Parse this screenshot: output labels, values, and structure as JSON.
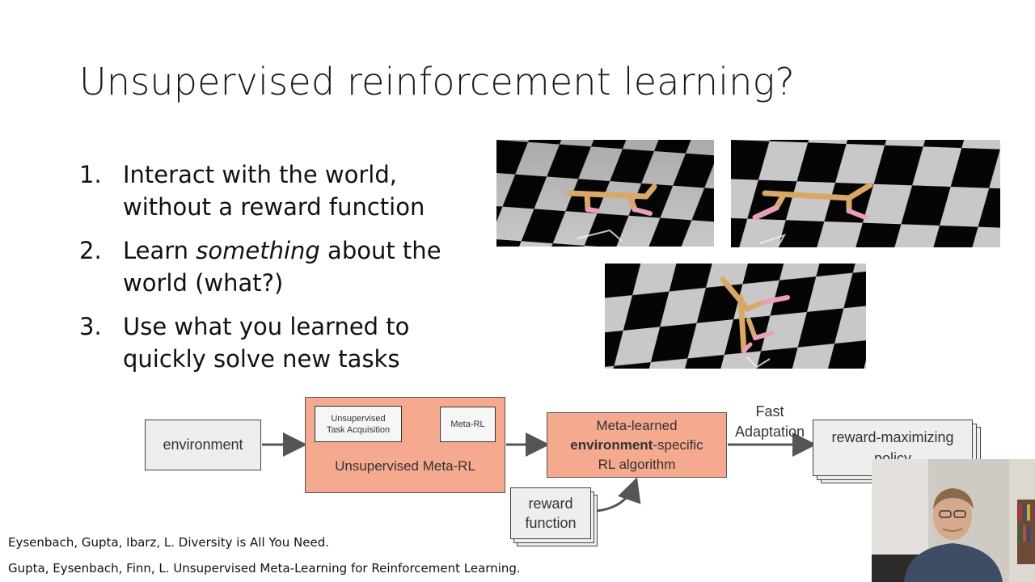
{
  "slide": {
    "title": "Unsupervised reinforcement learning?",
    "steps": [
      {
        "num": "1.",
        "line1": "Interact with the world,",
        "line2": "without a reward function"
      },
      {
        "num": "2.",
        "line1_pre": "Learn ",
        "line1_em": "something",
        "line1_post": " about the",
        "line2": "world (what?)"
      },
      {
        "num": "3.",
        "line1": "Use what you learned to",
        "line2": "quickly solve new tasks"
      }
    ]
  },
  "diagram": {
    "environment": "environment",
    "unsup_task_acq_line1": "Unsupervised",
    "unsup_task_acq_line2": "Task Acquisition",
    "meta_rl": "Meta-RL",
    "unsup_meta_rl": "Unsupervised Meta-RL",
    "meta_learned_line1": "Meta-learned",
    "meta_learned_bold": "environment",
    "meta_learned_line2_suffix": "-specific",
    "meta_learned_line3": "RL algorithm",
    "fast_adaptation_line1": "Fast",
    "fast_adaptation_line2": "Adaptation",
    "reward_max_line1": "reward-maximizing",
    "reward_max_line2": "policy",
    "reward_fn_line1": "reward",
    "reward_fn_line2": "function"
  },
  "citations": [
    "Eysenbach, Gupta, Ibarz, L. Diversity is All You Need.",
    "Gupta, Eysenbach, Finn, L. Unsupervised Meta-Learning for Reinforcement Learning."
  ],
  "colors": {
    "salmon": "#f5a98f",
    "gray_box": "#eeeeee",
    "limb_tan": "#d9a866",
    "limb_pink": "#e7a0b4"
  }
}
